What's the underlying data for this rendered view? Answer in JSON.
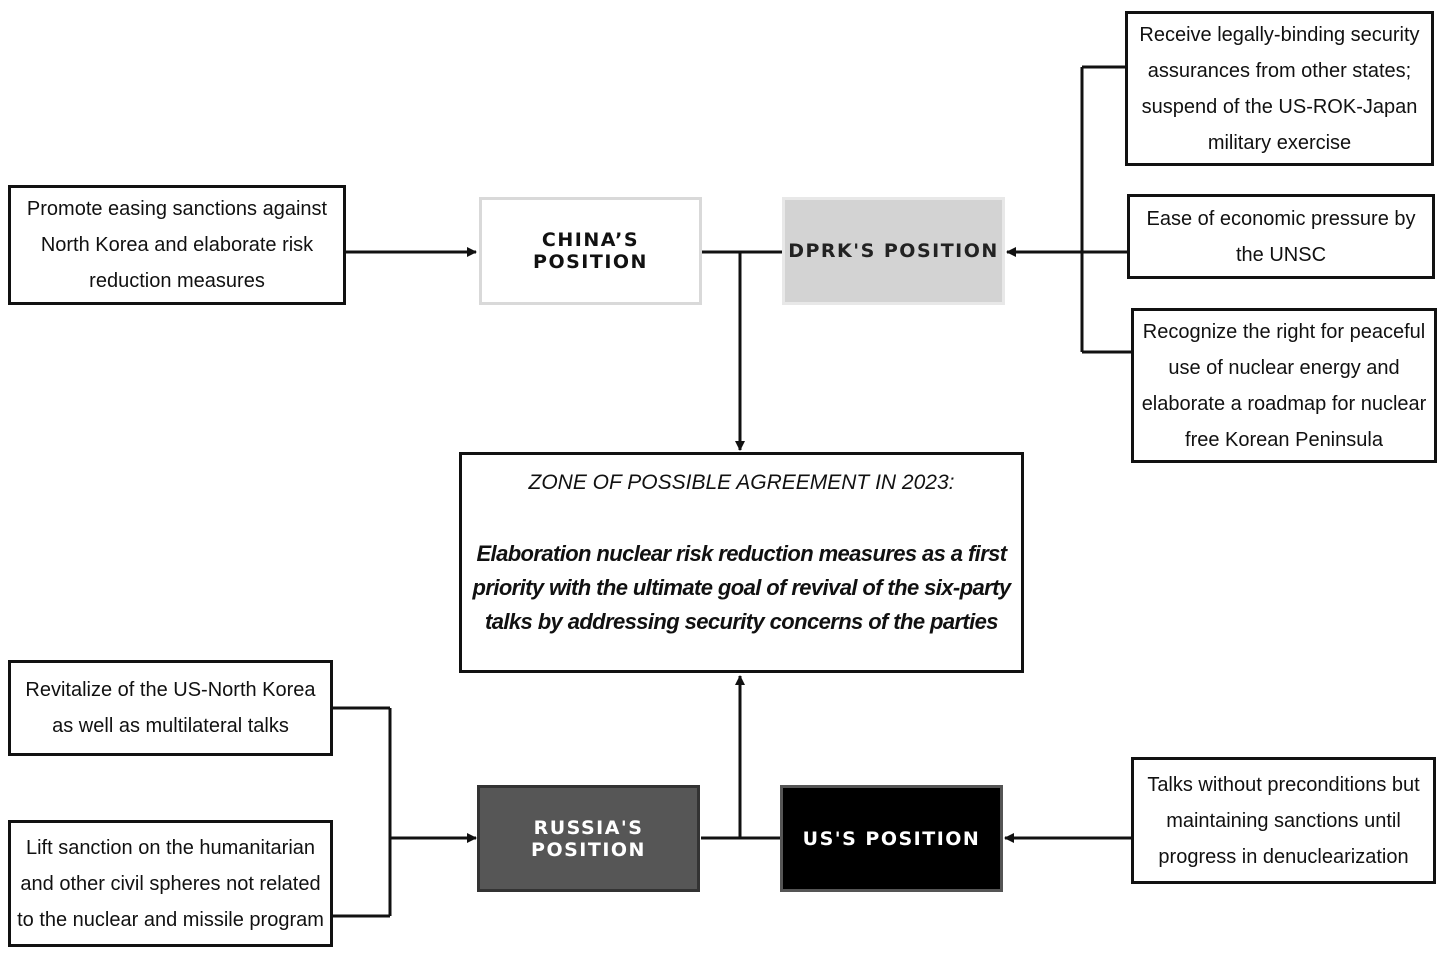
{
  "positions": {
    "china": "CHINA’S POSITION",
    "dprk": "DPRK'S POSITION",
    "russia": "RUSSIA'S POSITION",
    "us": "US'S POSITION"
  },
  "zone": {
    "title": "ZONE OF POSSIBLE AGREEMENT IN  2023:",
    "body": "Elaboration nuclear risk reduction measures as a first priority with the ultimate goal of revival of the six-party talks by addressing security concerns of the parties"
  },
  "china_inputs": [
    {
      "text": "Promote easing sanctions against North Korea and elaborate risk reduction measures"
    }
  ],
  "dprk_inputs": [
    {
      "text": "Receive legally-binding security assurances from other states; suspend of the US-ROK-Japan military exercise"
    },
    {
      "text": "Ease of economic pressure by the UNSC"
    },
    {
      "text": "Recognize the right for peaceful use of nuclear energy and elaborate a roadmap for nuclear free Korean Peninsula"
    }
  ],
  "russia_inputs": [
    {
      "text": "Revitalize of the US-North Korea as well as multilateral talks"
    },
    {
      "text": "Lift sanction on the humanitarian and other civil spheres not related to the nuclear and missile program"
    }
  ],
  "us_inputs": [
    {
      "text": "Talks without preconditions but maintaining sanctions until progress in denuclearization"
    }
  ],
  "colors": {
    "line": "#111111",
    "dprk_fill": "#d3d3d3",
    "russia_fill": "#565656",
    "us_fill": "#000000"
  }
}
